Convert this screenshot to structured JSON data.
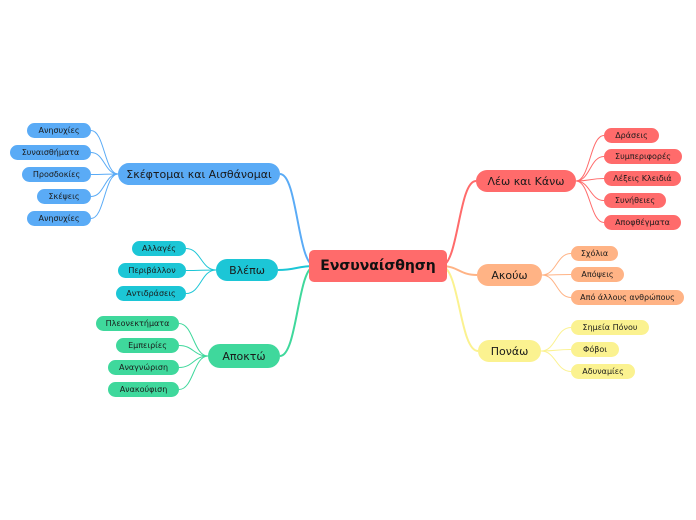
{
  "colors": {
    "root": "#ff6b6b",
    "blue": "#5aabf6",
    "teal": "#1cc6d6",
    "green": "#3fd89c",
    "red": "#ff6b6b",
    "orange": "#ffb385",
    "yellow": "#fbf290"
  },
  "root": {
    "label": "Ενσυναίσθηση"
  },
  "branches": [
    {
      "label": "Σκέφτομαι και Αισθάνομαι",
      "color": "blue",
      "children": [
        "Ανησυχίες",
        "Συναισθήματα",
        "Προσδοκίες",
        "Σκέψεις",
        "Ανησυχίες"
      ]
    },
    {
      "label": "Βλέπω",
      "color": "teal",
      "children": [
        "Αλλαγές",
        "Περιβάλλον",
        "Αντιδράσεις"
      ]
    },
    {
      "label": "Αποκτώ",
      "color": "green",
      "children": [
        "Πλεονεκτήματα",
        "Εμπειρίες",
        "Αναγνώριση",
        "Ανακούφιση"
      ]
    },
    {
      "label": "Λέω και Κάνω",
      "color": "red",
      "children": [
        "Δράσεις",
        "Συμπεριφορές",
        "Λέξεις Κλειδιά",
        "Συνήθειες",
        "Αποφθέγματα"
      ]
    },
    {
      "label": "Ακούω",
      "color": "orange",
      "children": [
        "Σχόλια",
        "Απόψεις",
        "Από άλλους ανθρώπους"
      ]
    },
    {
      "label": "Πονάω",
      "color": "yellow",
      "children": [
        "Σημεία Πόνου",
        "Φόβοι",
        "Αδυναμίες"
      ]
    }
  ]
}
